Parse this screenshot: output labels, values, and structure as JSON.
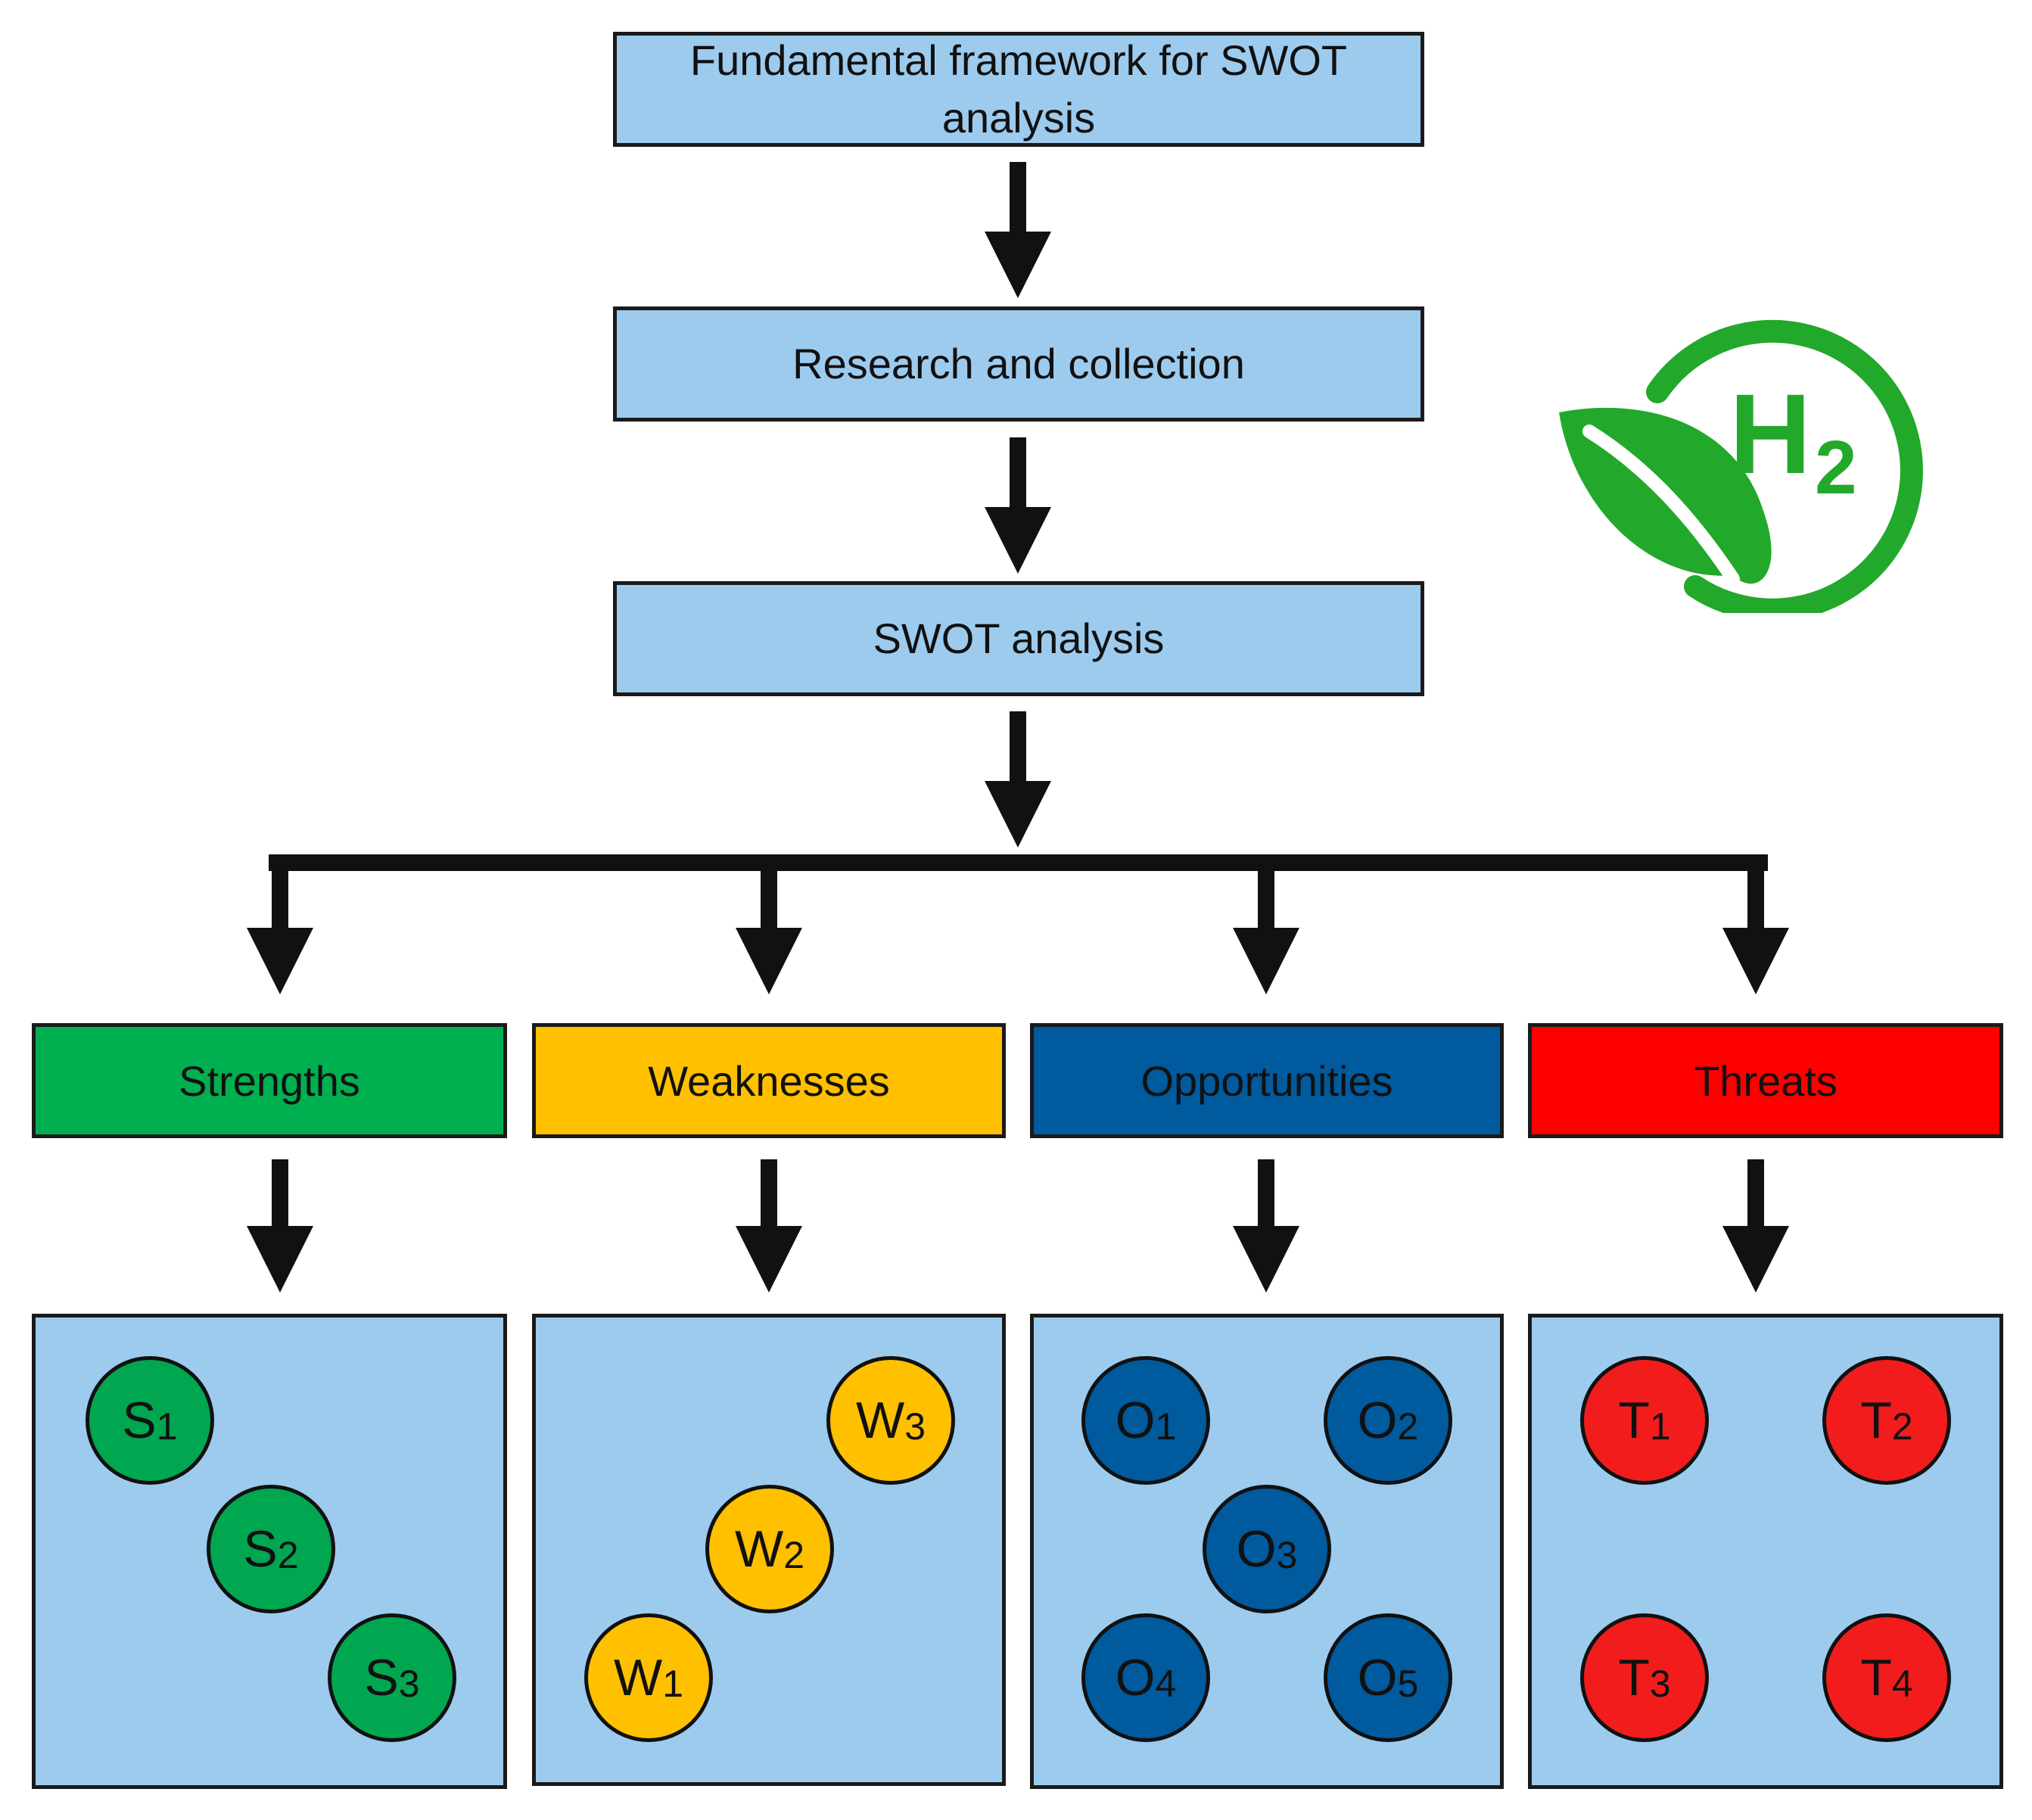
{
  "flow": {
    "step1": "Fundamental framework for SWOT analysis",
    "step2": "Research and collection",
    "step3": "SWOT analysis"
  },
  "categories": [
    {
      "label": "Strengths",
      "color": "#00b050"
    },
    {
      "label": "Weaknesses",
      "color": "#ffc000"
    },
    {
      "label": "Opportunities",
      "color": "#005a9e"
    },
    {
      "label": "Threats",
      "color": "#ff0000"
    }
  ],
  "factors": {
    "strengths": [
      {
        "letter": "S",
        "num": "1"
      },
      {
        "letter": "S",
        "num": "2"
      },
      {
        "letter": "S",
        "num": "3"
      }
    ],
    "weaknesses": [
      {
        "letter": "W",
        "num": "3"
      },
      {
        "letter": "W",
        "num": "2"
      },
      {
        "letter": "W",
        "num": "1"
      }
    ],
    "opportunities": [
      {
        "letter": "O",
        "num": "1"
      },
      {
        "letter": "O",
        "num": "2"
      },
      {
        "letter": "O",
        "num": "3"
      },
      {
        "letter": "O",
        "num": "4"
      },
      {
        "letter": "O",
        "num": "5"
      }
    ],
    "threats": [
      {
        "letter": "T",
        "num": "1"
      },
      {
        "letter": "T",
        "num": "2"
      },
      {
        "letter": "T",
        "num": "3"
      },
      {
        "letter": "T",
        "num": "4"
      }
    ]
  },
  "logo": {
    "icon": "h2-leaf-icon",
    "text": "H",
    "sub": "2",
    "color": "#22a82a"
  }
}
